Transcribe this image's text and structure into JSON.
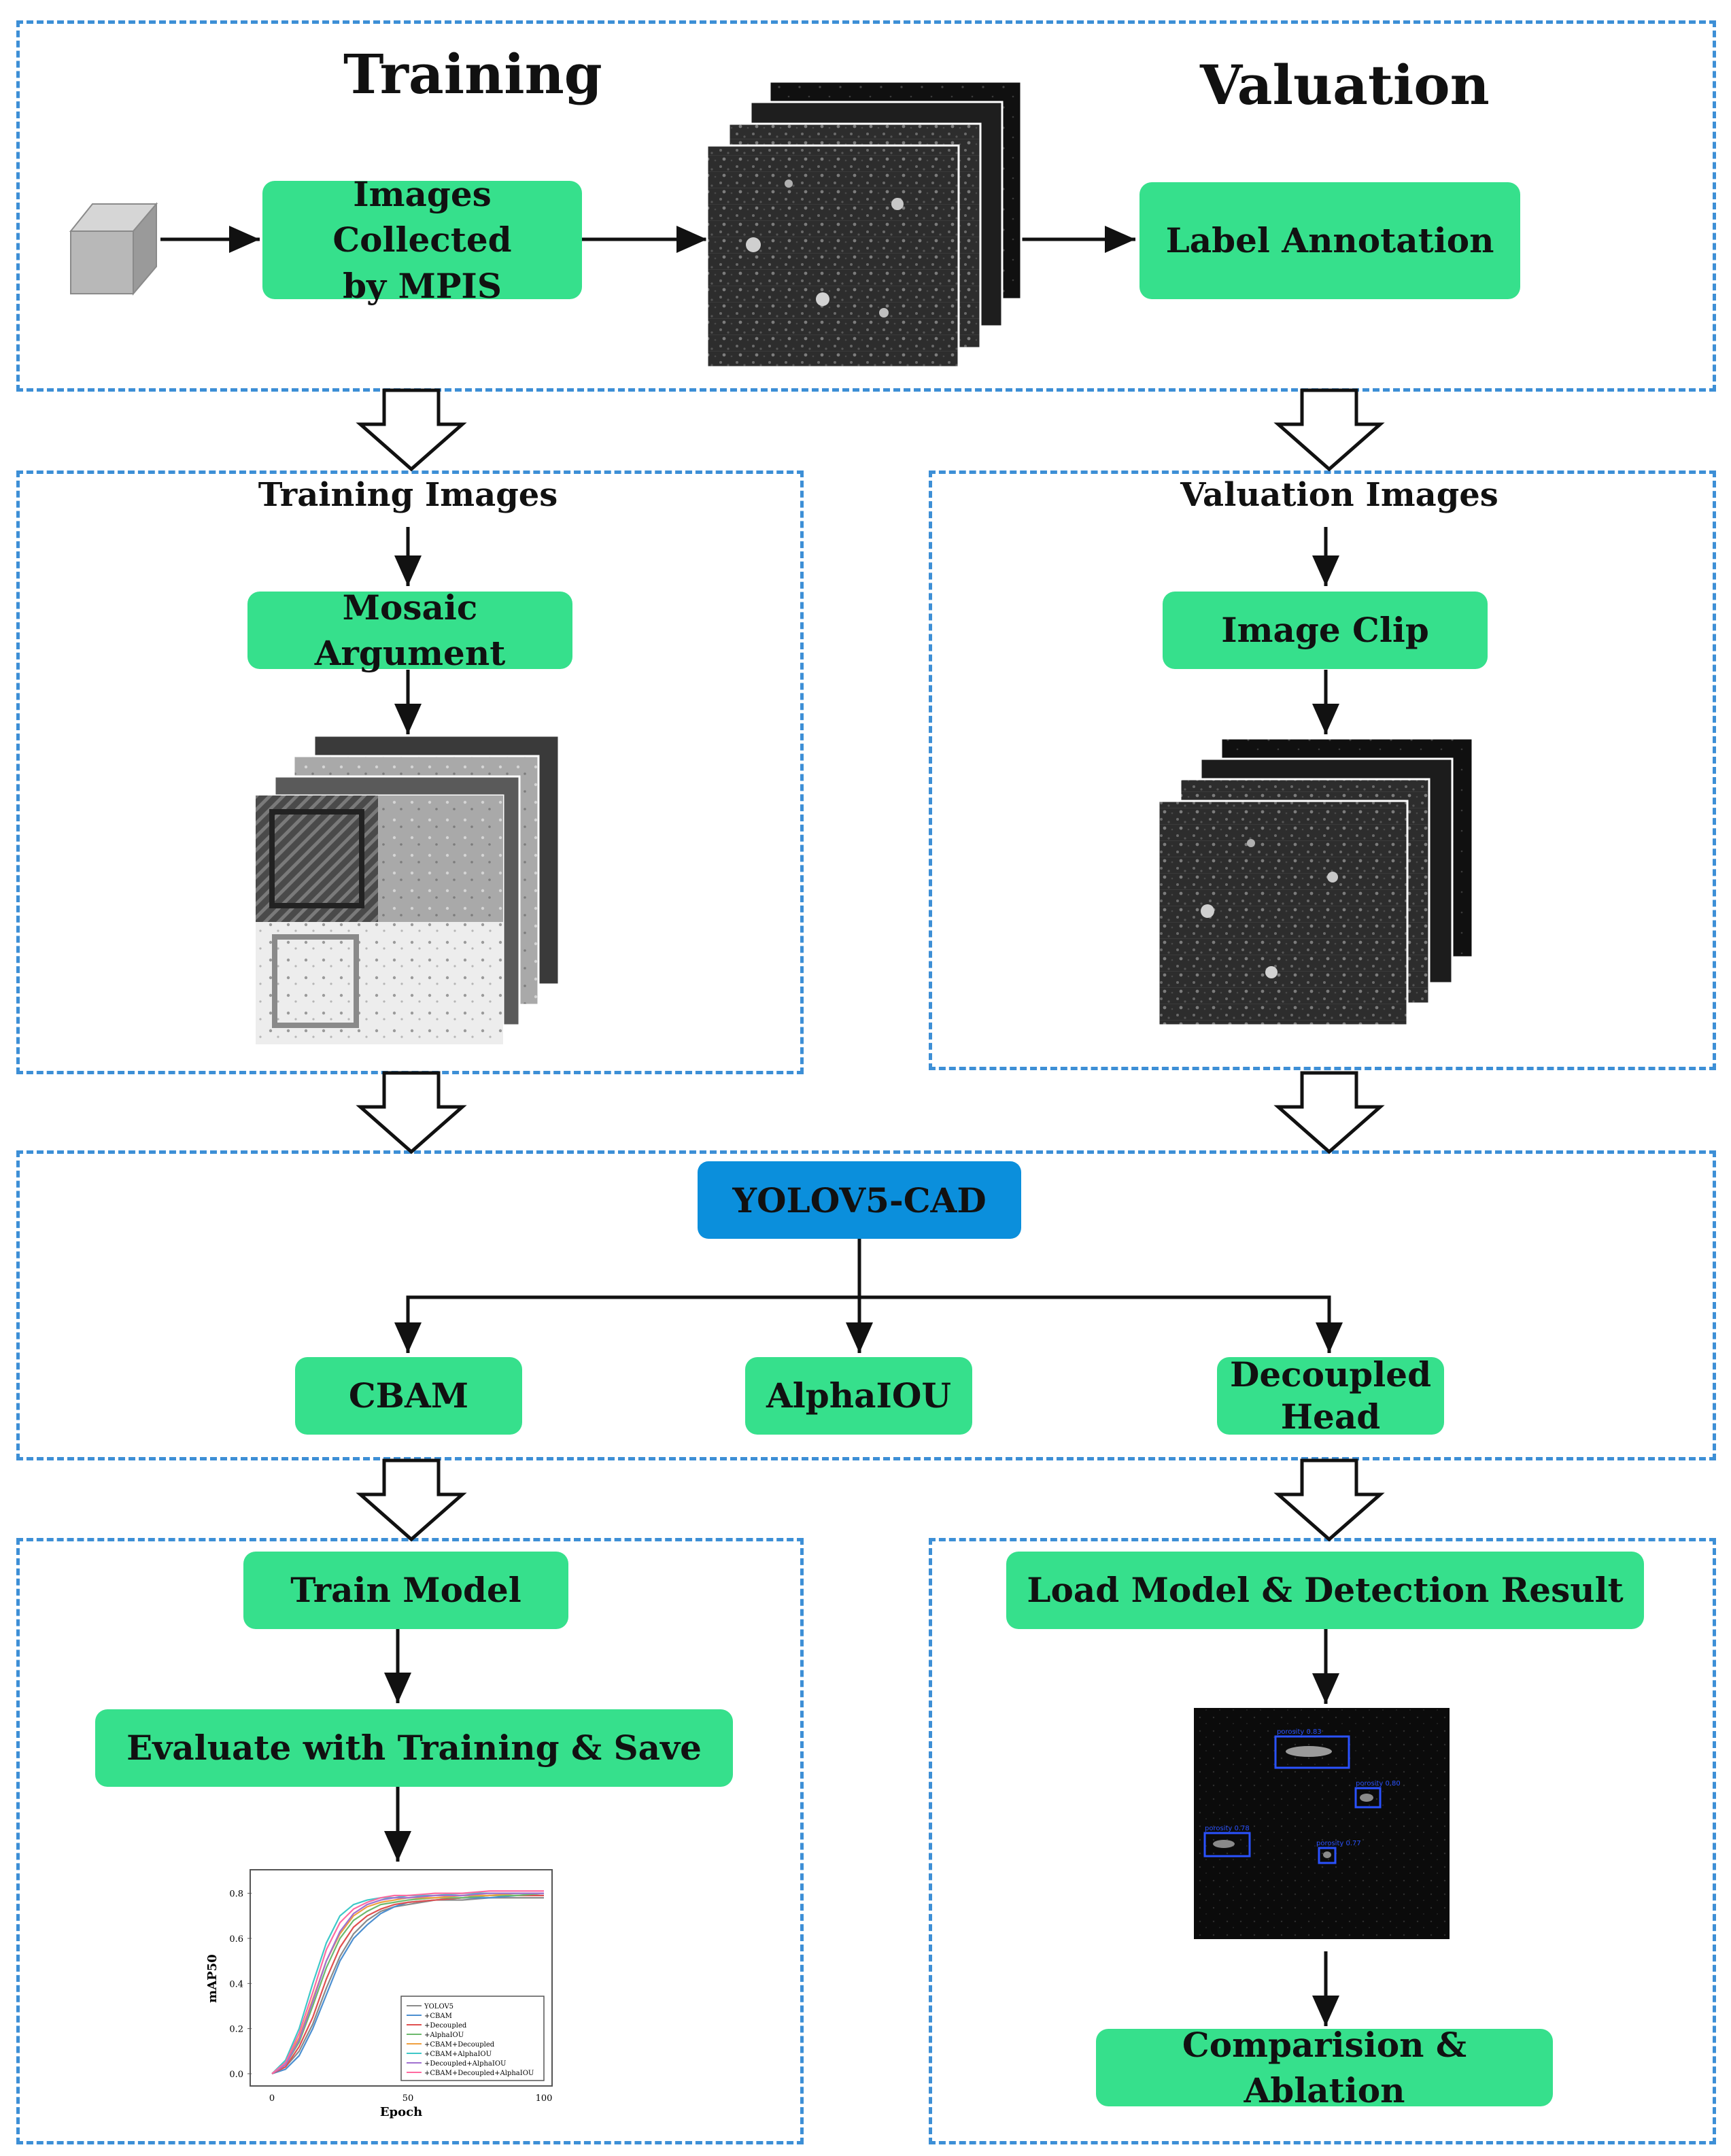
{
  "titles": {
    "training": "Training",
    "valuation": "Valuation"
  },
  "top": {
    "images_collected": "Images Collected\nby MPIS",
    "label_annotation": "Label Annotation"
  },
  "training_branch": {
    "heading": "Training Images",
    "mosaic": "Mosaic Argument"
  },
  "valuation_branch": {
    "heading": "Valuation Images",
    "clip": "Image Clip"
  },
  "model": {
    "name": "YOLOV5-CAD",
    "modules": [
      "CBAM",
      "AlphaIOU",
      "Decoupled\nHead"
    ]
  },
  "train_flow": {
    "train_model": "Train Model",
    "evaluate": "Evaluate with Training & Save"
  },
  "valuation_flow": {
    "load_model": "Load Model & Detection Result",
    "comparison": "Comparision & Ablation"
  },
  "detections": [
    "porosity 0.83",
    "porosity 0.80",
    "porosity 0.78",
    "porosity 0.77"
  ],
  "chart_data": {
    "type": "line",
    "xlabel": "Epoch",
    "ylabel": "mAP50",
    "xlim": [
      0,
      100
    ],
    "ylim": [
      0,
      0.85
    ],
    "xticks": [
      "0",
      "50",
      "100"
    ],
    "yticks": [
      "0.0",
      "0.2",
      "0.4",
      "0.6",
      "0.8"
    ],
    "x": [
      0,
      5,
      10,
      15,
      20,
      25,
      30,
      35,
      40,
      45,
      50,
      60,
      70,
      80,
      90,
      100
    ],
    "series": [
      {
        "name": "YOLOV5",
        "color": "#8a8a8a",
        "values": [
          0.0,
          0.03,
          0.1,
          0.22,
          0.38,
          0.52,
          0.62,
          0.68,
          0.72,
          0.74,
          0.75,
          0.77,
          0.77,
          0.78,
          0.78,
          0.78
        ]
      },
      {
        "name": "+CBAM",
        "color": "#4c8fd0",
        "values": [
          0.0,
          0.02,
          0.08,
          0.2,
          0.35,
          0.5,
          0.6,
          0.66,
          0.71,
          0.74,
          0.76,
          0.77,
          0.78,
          0.78,
          0.79,
          0.79
        ]
      },
      {
        "name": "+Decoupled",
        "color": "#e05050",
        "values": [
          0.0,
          0.03,
          0.12,
          0.25,
          0.42,
          0.56,
          0.65,
          0.7,
          0.73,
          0.75,
          0.76,
          0.77,
          0.78,
          0.79,
          0.79,
          0.79
        ]
      },
      {
        "name": "+AlphaIOU",
        "color": "#6db96d",
        "values": [
          0.0,
          0.04,
          0.14,
          0.3,
          0.47,
          0.6,
          0.68,
          0.72,
          0.75,
          0.76,
          0.77,
          0.78,
          0.78,
          0.79,
          0.79,
          0.8
        ]
      },
      {
        "name": "+CBAM+Decoupled",
        "color": "#f0a040",
        "values": [
          0.0,
          0.05,
          0.16,
          0.33,
          0.5,
          0.62,
          0.7,
          0.74,
          0.76,
          0.77,
          0.78,
          0.78,
          0.79,
          0.79,
          0.8,
          0.8
        ]
      },
      {
        "name": "+CBAM+AlphaIOU",
        "color": "#3ec8c8",
        "values": [
          0.0,
          0.06,
          0.2,
          0.4,
          0.58,
          0.7,
          0.75,
          0.77,
          0.78,
          0.78,
          0.79,
          0.79,
          0.8,
          0.8,
          0.8,
          0.8
        ]
      },
      {
        "name": "+Decoupled+AlphaIOU",
        "color": "#a070d0",
        "values": [
          0.0,
          0.04,
          0.15,
          0.32,
          0.5,
          0.63,
          0.71,
          0.75,
          0.77,
          0.78,
          0.78,
          0.79,
          0.79,
          0.8,
          0.8,
          0.8
        ]
      },
      {
        "name": "+CBAM+Decoupled+AlphaIOU",
        "color": "#ff6aa0",
        "values": [
          0.0,
          0.05,
          0.18,
          0.36,
          0.55,
          0.67,
          0.73,
          0.76,
          0.78,
          0.79,
          0.79,
          0.8,
          0.8,
          0.81,
          0.81,
          0.81
        ]
      }
    ]
  }
}
